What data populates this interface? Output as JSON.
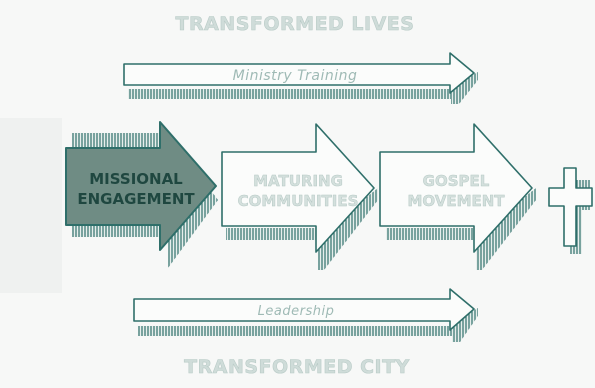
{
  "header": {
    "title": "TRANSFORMED LIVES"
  },
  "footer": {
    "title": "TRANSFORMED CITY"
  },
  "arrows": {
    "top": {
      "label": "Ministry Training"
    },
    "bottom": {
      "label": "Leadership"
    }
  },
  "stages": [
    {
      "line1": "MISSIONAL",
      "line2": "ENGAGEMENT",
      "active": true
    },
    {
      "line1": "MATURING",
      "line2": "COMMUNITIES",
      "active": false
    },
    {
      "line1": "GOSPEL",
      "line2": "MOVEMENT",
      "active": false
    }
  ],
  "end_symbol": {
    "icon": "cross-icon"
  },
  "colors": {
    "ink": "#2f6f6a",
    "pale_text": "#c8d6d3",
    "active_fill": "#6f8c84",
    "active_text": "#1f4740",
    "arrow_fill": "#fbfcfb"
  }
}
